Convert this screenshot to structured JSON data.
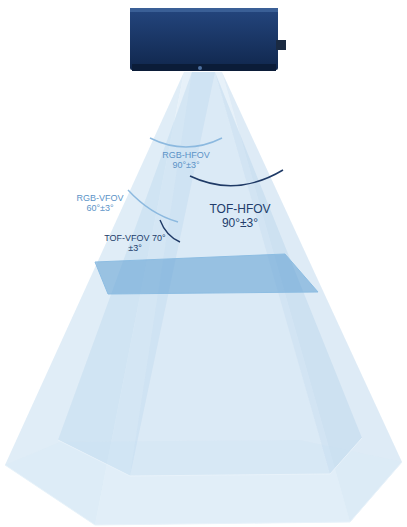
{
  "diagram": {
    "labels": [
      "RGB-HFOV 90°±3°",
      "RGB-VFOV 60°±3°",
      "TOF-HFOV 90°±3°",
      "TOF-VFOV 70°±3°"
    ]
  }
}
